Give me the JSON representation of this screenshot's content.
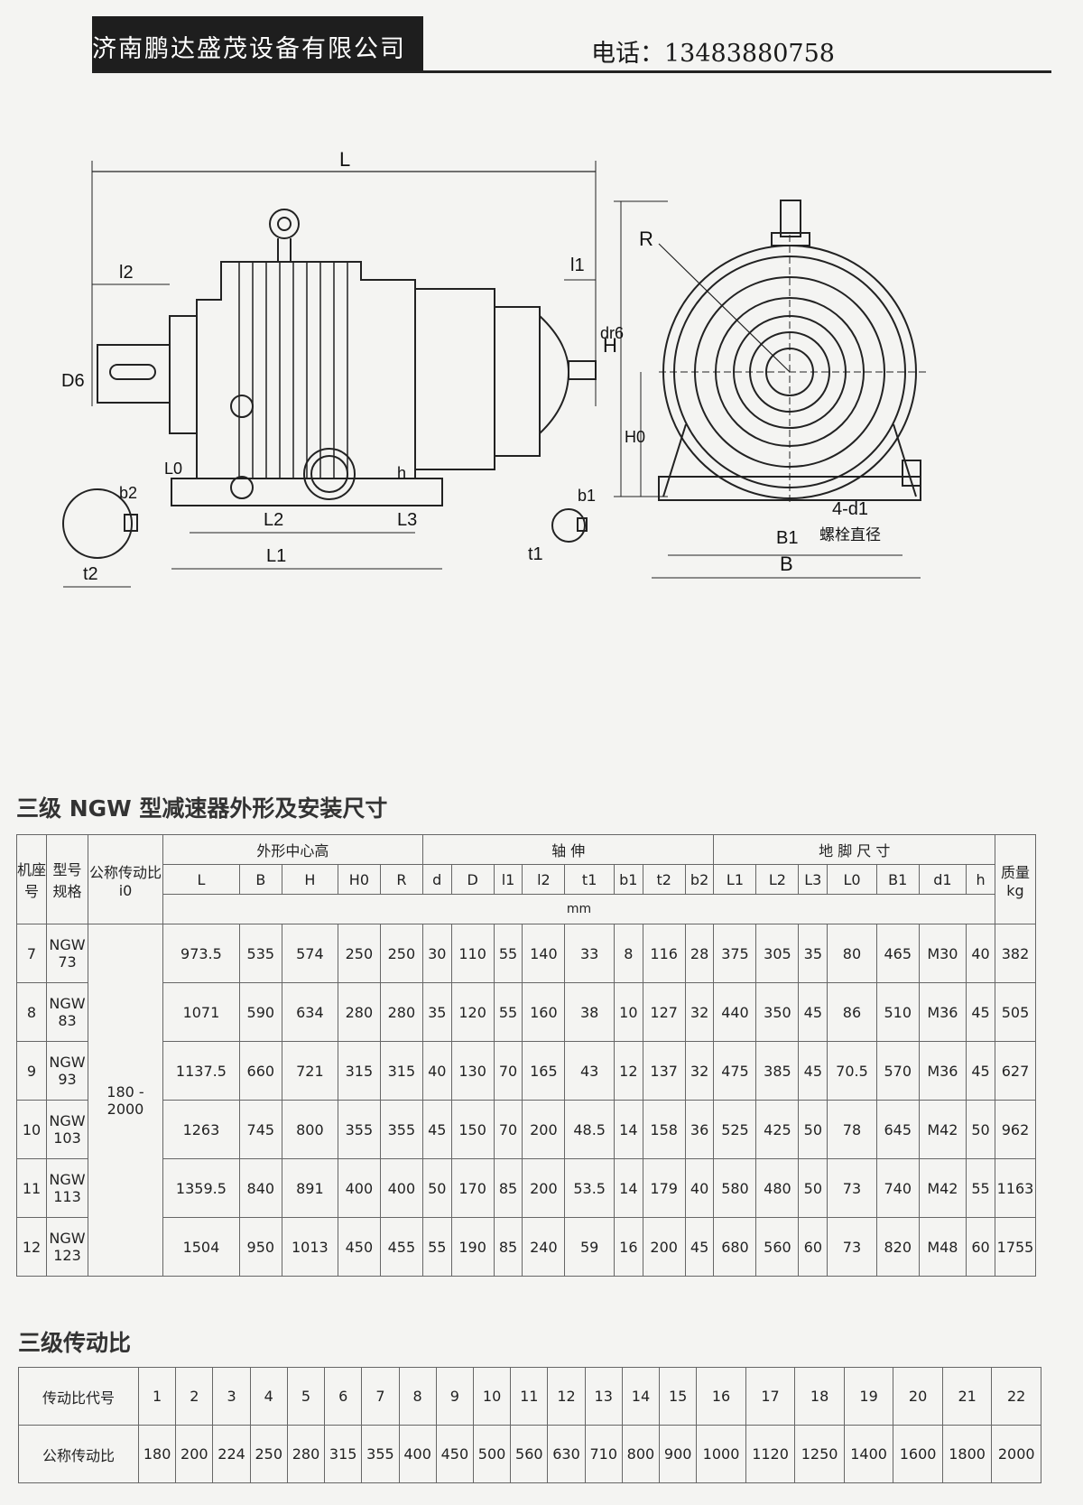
{
  "header": {
    "company": "济南鹏达盛茂设备有限公司",
    "phone": "电话：13483880758"
  },
  "drawing_labels": {
    "L": "L",
    "l2": "l2",
    "l1": "l1",
    "D6": "D6",
    "dr6": "dr6",
    "L0": "L0",
    "h": "h",
    "L2": "L2",
    "L3": "L3",
    "L1": "L1",
    "b2": "b2",
    "t2": "t2",
    "b1": "b1",
    "t1": "t1",
    "R": "R",
    "H": "H",
    "H0": "H0",
    "d1": "4-d1",
    "bolt": "螺栓直径",
    "B1": "B1",
    "B": "B"
  },
  "dims_table": {
    "title": "三级 NGW 型减速器外形及安装尺寸",
    "col_seat": "机座号",
    "col_model": "型号规格",
    "col_ratio": "公称传动比i0",
    "group_outline": "外形中心高",
    "group_shaft": "轴 伸",
    "group_foot": "地 脚 尺 寸",
    "col_mass": "质量kg",
    "unit": "mm",
    "cols": [
      "L",
      "B",
      "H",
      "H0",
      "R",
      "d",
      "D",
      "l1",
      "l2",
      "t1",
      "b1",
      "t2",
      "b2",
      "L1",
      "L2",
      "L3",
      "L0",
      "B1",
      "d1",
      "h"
    ],
    "ratio_range": "180 - 2000",
    "rows": [
      {
        "seat": "7",
        "model": "NGW 73",
        "values": [
          "973.5",
          "535",
          "574",
          "250",
          "250",
          "30",
          "110",
          "55",
          "140",
          "33",
          "8",
          "116",
          "28",
          "375",
          "305",
          "35",
          "80",
          "465",
          "M30",
          "40"
        ],
        "mass": "382"
      },
      {
        "seat": "8",
        "model": "NGW 83",
        "values": [
          "1071",
          "590",
          "634",
          "280",
          "280",
          "35",
          "120",
          "55",
          "160",
          "38",
          "10",
          "127",
          "32",
          "440",
          "350",
          "45",
          "86",
          "510",
          "M36",
          "45"
        ],
        "mass": "505"
      },
      {
        "seat": "9",
        "model": "NGW 93",
        "values": [
          "1137.5",
          "660",
          "721",
          "315",
          "315",
          "40",
          "130",
          "70",
          "165",
          "43",
          "12",
          "137",
          "32",
          "475",
          "385",
          "45",
          "70.5",
          "570",
          "M36",
          "45"
        ],
        "mass": "627"
      },
      {
        "seat": "10",
        "model": "NGW 103",
        "values": [
          "1263",
          "745",
          "800",
          "355",
          "355",
          "45",
          "150",
          "70",
          "200",
          "48.5",
          "14",
          "158",
          "36",
          "525",
          "425",
          "50",
          "78",
          "645",
          "M42",
          "50"
        ],
        "mass": "962"
      },
      {
        "seat": "11",
        "model": "NGW 113",
        "values": [
          "1359.5",
          "840",
          "891",
          "400",
          "400",
          "50",
          "170",
          "85",
          "200",
          "53.5",
          "14",
          "179",
          "40",
          "580",
          "480",
          "50",
          "73",
          "740",
          "M42",
          "55"
        ],
        "mass": "1163"
      },
      {
        "seat": "12",
        "model": "NGW 123",
        "values": [
          "1504",
          "950",
          "1013",
          "450",
          "455",
          "55",
          "190",
          "85",
          "240",
          "59",
          "16",
          "200",
          "45",
          "680",
          "560",
          "60",
          "73",
          "820",
          "M48",
          "60"
        ],
        "mass": "1755"
      }
    ]
  },
  "ratio_table": {
    "title": "三级传动比",
    "row1_label": "传动比代号",
    "row2_label": "公称传动比",
    "codes": [
      "1",
      "2",
      "3",
      "4",
      "5",
      "6",
      "7",
      "8",
      "9",
      "10",
      "11",
      "12",
      "13",
      "14",
      "15",
      "16",
      "17",
      "18",
      "19",
      "20",
      "21",
      "22"
    ],
    "ratios": [
      "180",
      "200",
      "224",
      "250",
      "280",
      "315",
      "355",
      "400",
      "450",
      "500",
      "560",
      "630",
      "710",
      "800",
      "900",
      "1000",
      "1120",
      "1250",
      "1400",
      "1600",
      "1800",
      "2000"
    ]
  }
}
